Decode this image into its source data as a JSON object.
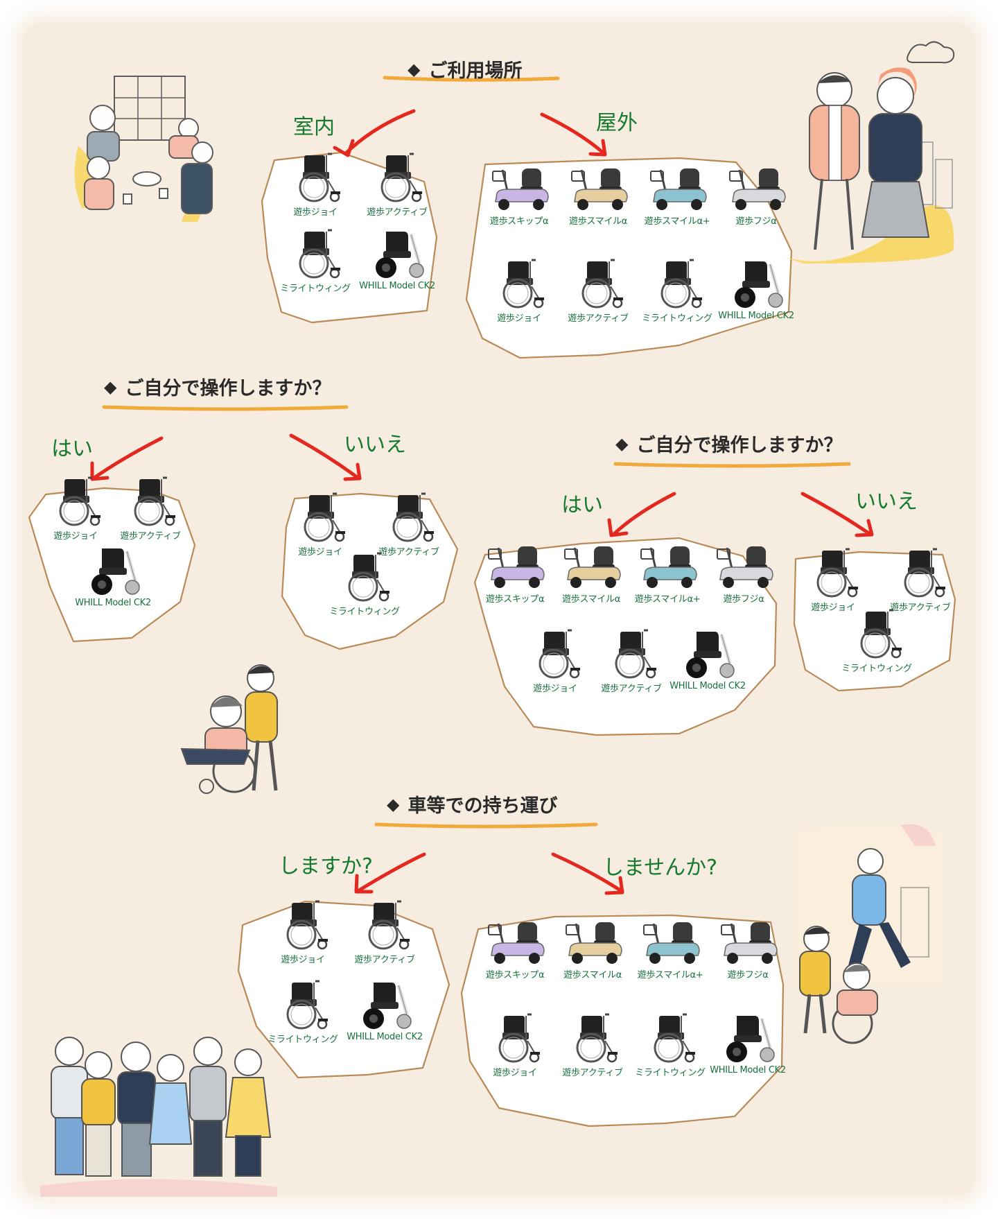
{
  "sections": {
    "location": {
      "heading": "ご利用場所",
      "options": [
        {
          "label": "室内",
          "products": [
            "遊歩ジョイ",
            "遊歩アクティブ",
            "ミライトウィング",
            "WHILL Model CK2"
          ]
        },
        {
          "label": "屋外",
          "products": [
            "遊歩スキップα",
            "遊歩スマイルα",
            "遊歩スマイルα+",
            "遊歩フジα",
            "遊歩ジョイ",
            "遊歩アクティブ",
            "ミライトウィング",
            "WHILL Model CK2"
          ]
        }
      ]
    },
    "self_operate_indoor": {
      "heading": "ご自分で操作しますか？",
      "options": [
        {
          "label": "はい",
          "products": [
            "遊歩ジョイ",
            "遊歩アクティブ",
            "WHILL Model CK2"
          ]
        },
        {
          "label": "いいえ",
          "products": [
            "遊歩ジョイ",
            "遊歩アクティブ",
            "ミライトウィング"
          ]
        }
      ]
    },
    "self_operate_outdoor": {
      "heading": "ご自分で操作しますか？",
      "options": [
        {
          "label": "はい",
          "products": [
            "遊歩スキップα",
            "遊歩スマイルα",
            "遊歩スマイルα+",
            "遊歩フジα",
            "遊歩ジョイ",
            "遊歩アクティブ",
            "WHILL Model CK2"
          ]
        },
        {
          "label": "いいえ",
          "products": [
            "遊歩ジョイ",
            "遊歩アクティブ",
            "ミライトウィング"
          ]
        }
      ]
    },
    "carry": {
      "heading": "車等での持ち運び",
      "options": [
        {
          "label": "しますか?",
          "products": [
            "遊歩ジョイ",
            "遊歩アクティブ",
            "ミライトウィング",
            "WHILL Model CK2"
          ]
        },
        {
          "label": "しませんか?",
          "products": [
            "遊歩スキップα",
            "遊歩スマイルα",
            "遊歩スマイルα+",
            "遊歩フジα",
            "遊歩ジョイ",
            "遊歩アクティブ",
            "ミライトウィング",
            "WHILL Model CK2"
          ]
        }
      ]
    }
  },
  "colors": {
    "background": "#f6ece0",
    "arrow": "#e5281f",
    "branch_text": "#147a2e",
    "product_label": "#16703a",
    "underline": "#f2a93b",
    "group_border": "#b98a57"
  },
  "icons": {
    "wheelchair": "wheelchair-icon",
    "scooter": "scooter-icon",
    "whill": "power-wheelchair-icon"
  }
}
